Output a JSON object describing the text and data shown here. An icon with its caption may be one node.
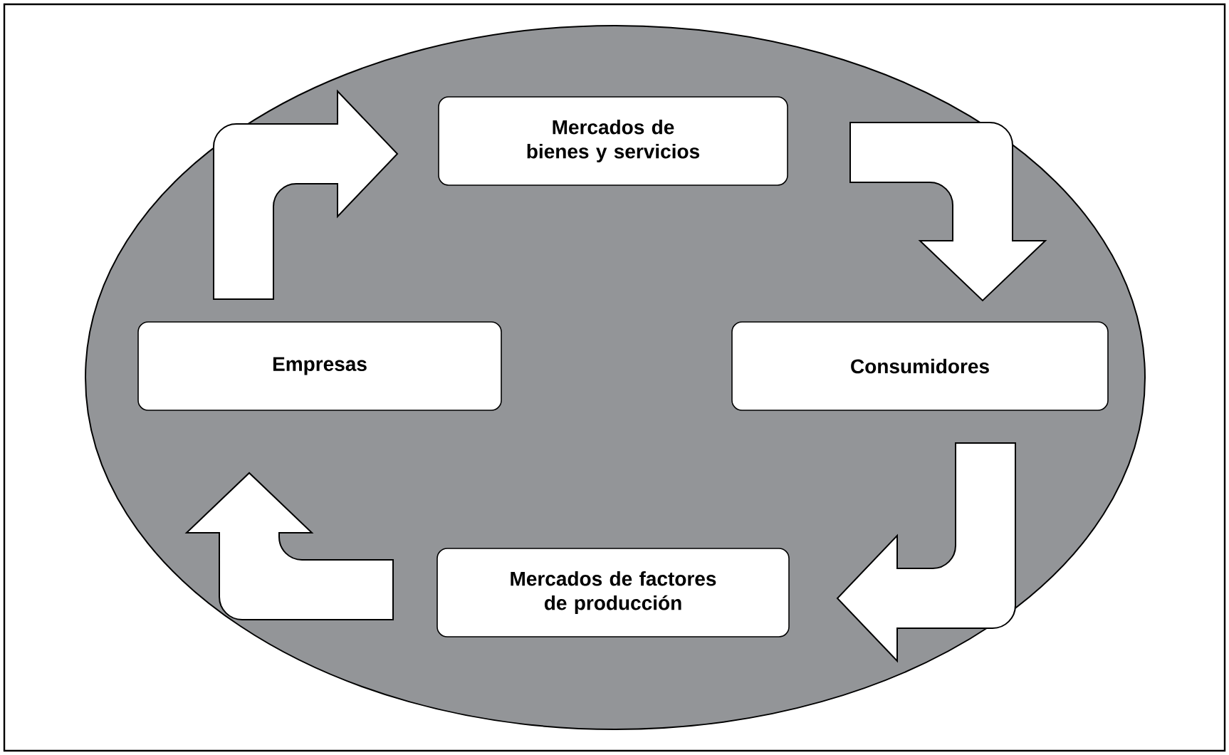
{
  "diagram": {
    "nodes": [
      {
        "text": [
          "Mercados de bienes y servicios"
        ]
      },
      {
        "text": [
          "Empresas"
        ]
      },
      {
        "text": [
          "Consumidores"
        ]
      },
      {
        "text": [
          "Mercados de factores de producción"
        ]
      }
    ],
    "edges": [
      {
        "from": 1,
        "to": 0,
        "arrow": "to"
      },
      {
        "from": 0,
        "to": 2,
        "arrow": "to"
      },
      {
        "from": 2,
        "to": 3,
        "arrow": "to"
      },
      {
        "from": 3,
        "to": 1,
        "arrow": "to"
      }
    ]
  }
}
